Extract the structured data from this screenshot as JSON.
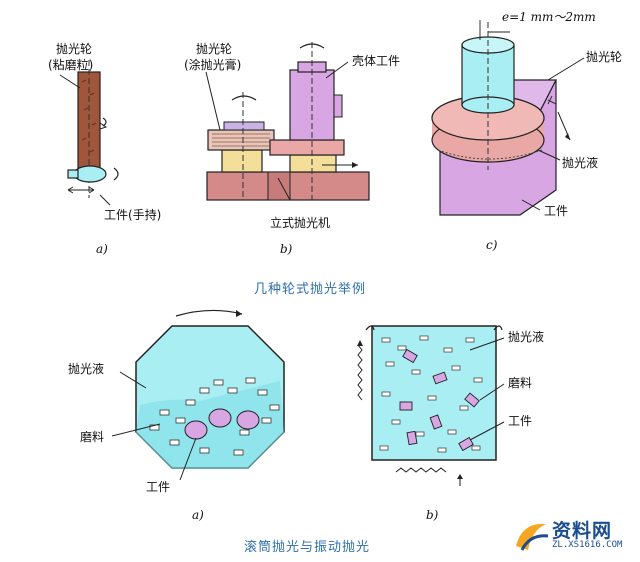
{
  "top_figures": {
    "a": {
      "wheel_label": "抛光轮",
      "wheel_note": "(粘磨粒)",
      "work_label": "工件(手持)",
      "sub": "a)"
    },
    "b": {
      "wheel_label": "抛光轮",
      "wheel_note": "(涂抛光膏)",
      "shell_label": "壳体工件",
      "machine_label": "立式抛光机",
      "sub": "b)"
    },
    "c": {
      "eq": "e=1 mm～2mm",
      "wheel_label": "抛光轮",
      "liquid_label": "抛光液",
      "work_label": "工件",
      "sub": "c)"
    },
    "caption": "几种轮式抛光举例"
  },
  "bottom_figures": {
    "a": {
      "liquid_label": "抛光液",
      "abrasive_label": "磨料",
      "work_label": "工件",
      "sub": "a)"
    },
    "b": {
      "liquid_label": "抛光液",
      "abrasive_label": "磨料",
      "work_label": "工件",
      "sub": "b)"
    },
    "caption": "滚筒抛光与振动抛光"
  },
  "watermark": {
    "name": "资料网",
    "url": "ZL.XS1616.COM"
  },
  "colors": {
    "accent": "#2e6fb0",
    "cyan": "#a8eef2",
    "pink": "#e9a7a5",
    "purple": "#d7a6e3",
    "brown": "#a0563a",
    "yellow": "#f4df9a"
  }
}
